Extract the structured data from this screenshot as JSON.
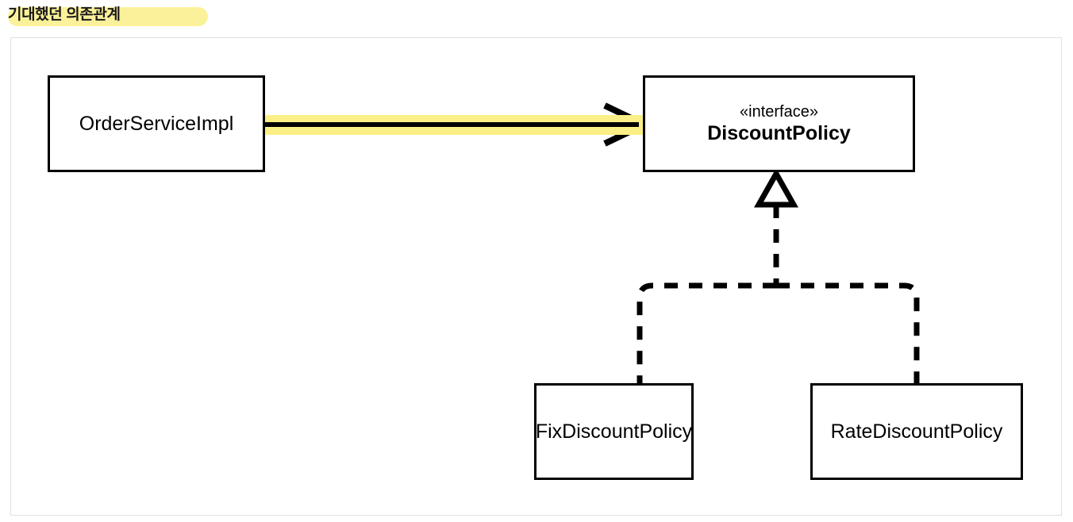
{
  "title": {
    "text": "기대했던 의존관계",
    "highlight_color": "#fbf19a"
  },
  "diagram": {
    "type": "uml-class-diagram",
    "border_color": "#e0e0e0",
    "background": "#ffffff",
    "classes": [
      {
        "id": "order-service-impl",
        "name": "OrderServiceImpl",
        "stereotype": "",
        "bold": false
      },
      {
        "id": "discount-policy",
        "name": "DiscountPolicy",
        "stereotype": "«interface»",
        "bold": true
      },
      {
        "id": "fix-discount-policy",
        "name": "FixDiscountPolicy",
        "stereotype": "",
        "bold": false
      },
      {
        "id": "rate-discount-policy",
        "name": "RateDiscountPolicy",
        "stereotype": "",
        "bold": false
      }
    ],
    "relations": [
      {
        "id": "dependency-order-to-discount",
        "kind": "dependency-arrow",
        "from": "order-service-impl",
        "to": "discount-policy",
        "style": "solid",
        "highlighted": true,
        "highlight_color": "#fbf086"
      },
      {
        "id": "realization-fix-to-discount",
        "kind": "realization",
        "from": "fix-discount-policy",
        "to": "discount-policy",
        "style": "dashed",
        "arrowhead": "hollow-triangle"
      },
      {
        "id": "realization-rate-to-discount",
        "kind": "realization",
        "from": "rate-discount-policy",
        "to": "discount-policy",
        "style": "dashed",
        "arrowhead": "hollow-triangle"
      }
    ]
  }
}
